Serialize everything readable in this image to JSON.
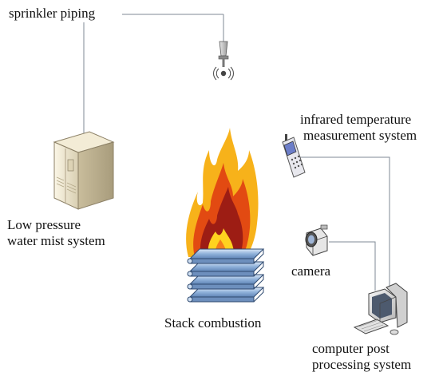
{
  "labels": {
    "sprinkler": "sprinkler piping",
    "mist_line1": "Low pressure",
    "mist_line2": "water mist system",
    "infrared_line1": "infrared temperature",
    "infrared_line2": "measurement system",
    "camera": "camera",
    "stack": "Stack combustion",
    "computer_line1": "computer post",
    "computer_line2": "processing system"
  },
  "icons": {
    "sprinkler": "sprinkler-head-icon",
    "mist_unit": "water-mist-cabinet-icon",
    "infrared": "infrared-sensor-icon",
    "camera": "video-camera-icon",
    "fire": "fire-icon",
    "stack": "wood-stack-icon",
    "computer": "computer-icon"
  },
  "colors": {
    "pipe": "#7f8a94",
    "wood_fill": "#8fb1da",
    "wood_edge": "#2f4a70",
    "flame_outer": "#f7b21a",
    "flame_mid": "#e24a12",
    "flame_inner": "#9d1d14",
    "flame_core": "#ffd21f"
  }
}
